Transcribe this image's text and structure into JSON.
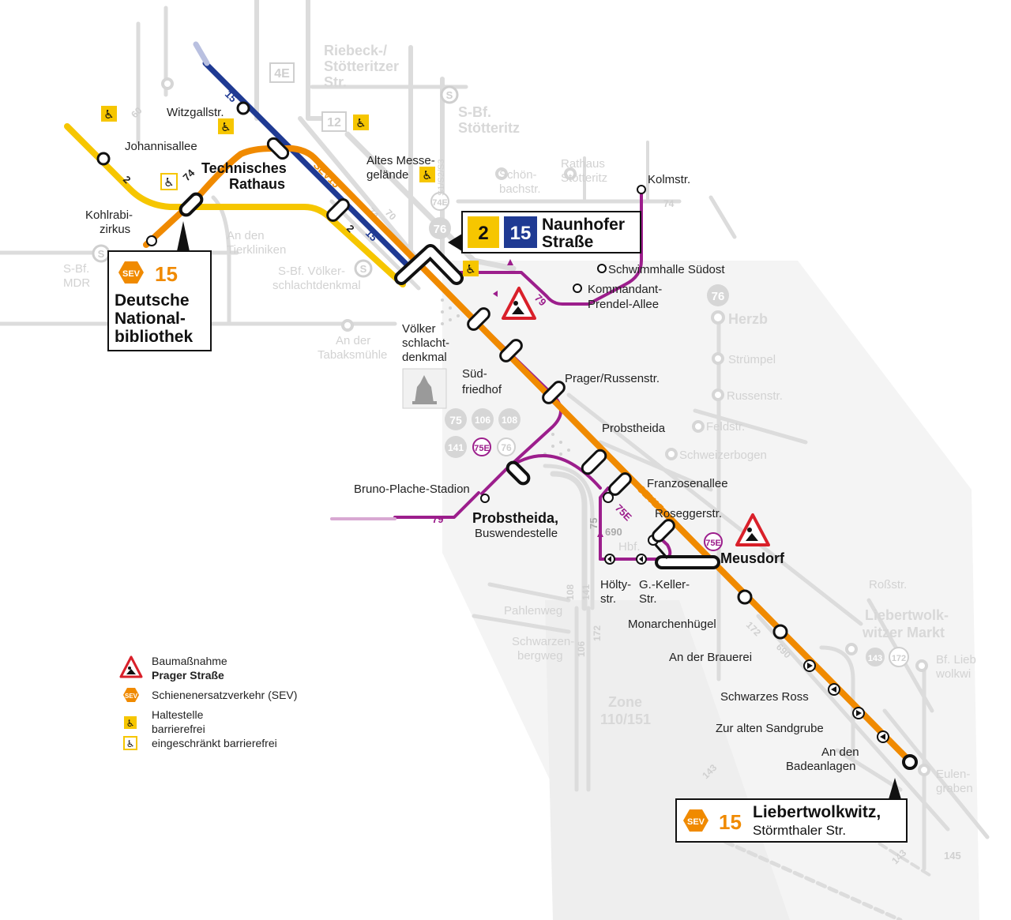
{
  "colors": {
    "orange": "#f08a00",
    "yellow": "#f6c600",
    "blue": "#1f3a93",
    "purple": "#9c1e8c",
    "grey_line": "#d9d9d9",
    "warning_red": "#d9202a"
  },
  "stations": {
    "witzgallstr": "Witzgallstr.",
    "johannisallee": "Johannisallee",
    "technisches_rathaus_1": "Technisches",
    "technisches_rathaus_2": "Rathaus",
    "altes_messe_1": "Altes Messe-",
    "altes_messe_2": "gelände",
    "kohlrabi_1": "Kohlrabi-",
    "kohlrabi_2": "zirkus",
    "kolmstr": "Kolmstr.",
    "schwimmhalle": "Schwimmhalle Südost",
    "kommandant_1": "Kommandant-",
    "kommandant_2": "Prendel-Allee",
    "voelker_1": "Völker",
    "voelker_2": "schlacht-",
    "voelker_3": "denkmal",
    "suedfriedhof_1": "Süd-",
    "suedfriedhof_2": "friedhof",
    "prager_russen": "Prager/Russenstr.",
    "probstheida": "Probstheida",
    "franzosenallee": "Franzosenallee",
    "bruno_plache": "Bruno-Plache-Stadion",
    "probstheida_bws_1": "Probstheida,",
    "probstheida_bws_2": "Buswendestelle",
    "roseggerstr": "Roseggerstr.",
    "meusdorf": "Meusdorf",
    "hoelty_1": "Hölty-",
    "hoelty_2": "str.",
    "gkeller_1": "G.-Keller-",
    "gkeller_2": "Str.",
    "monarchenhuegel": "Monarchenhügel",
    "an_der_brauerei": "An der Brauerei",
    "schwarzes_ross": "Schwarzes Ross",
    "zur_alten_sandgrube": "Zur alten Sandgrube",
    "badeanlagen_1": "An den",
    "badeanlagen_2": "Badeanlagen"
  },
  "background_labels": {
    "riebeck_1": "Riebeck-/",
    "riebeck_2": "Stötteritzer",
    "riebeck_3": "Str.",
    "s_bf_stoetteritz_1": "S-Bf.",
    "s_bf_stoetteritz_2": "Stötteritz",
    "rathaus_stoetteritz_1": "Rathaus",
    "rathaus_stoetteritz_2": "Stötteritz",
    "schoenbachstr_1": "Schön-",
    "schoenbachstr_2": "bachstr.",
    "an_den_tierkliniken_1": "An den",
    "an_den_tierkliniken_2": "Tierkliniken",
    "s_bf_voelker_1": "S-Bf. Völker-",
    "s_bf_voelker_2": "schlachtdenkmal",
    "an_der_tabaksmuehle_1": "An der",
    "an_der_tabaksmuehle_2": "Tabaksmühle",
    "s_bf_mdr_1": "S-Bf.",
    "s_bf_mdr_2": "MDR",
    "herzberg": "Herzb",
    "struempel": "Strümpel",
    "russenstr": "Russenstr.",
    "feldstr": "Feldstr.",
    "schweizerbogen": "Schweizerbogen",
    "pahlenweg": "Pahlenweg",
    "schwarzenbergweg_1": "Schwarzen-",
    "schwarzenbergweg_2": "bergweg",
    "zone_1": "Zone",
    "zone_2": "110/151",
    "rossstr": "Roßstr.",
    "liebertwolkwitzer_markt_1": "Liebertwolk-",
    "liebertwolkwitzer_markt_2": "witzer Markt",
    "bf_liebertwolkwitz_1": "Bf. Lieb",
    "bf_liebertwolkwitz_2": "wolkwi",
    "eulengraben_1": "Eulen-",
    "eulengraben_2": "graben",
    "hbf": "Hbf."
  },
  "line_badges": {
    "l15": "15",
    "l2": "2",
    "sev15": "SEV15",
    "l74": "74",
    "l70": "70",
    "l60": "60",
    "l79": "79",
    "l75e": "75E",
    "l75": "75",
    "l690": "690",
    "l108": "108",
    "l141": "141",
    "l106": "106",
    "l172": "172",
    "l143": "143",
    "l145": "145",
    "c74e": "74E",
    "c76": "76",
    "c75": "75",
    "c106": "106",
    "c108": "108",
    "c141": "141",
    "c75e": "75E",
    "c143": "143",
    "c172": "172",
    "b4e": "4E",
    "b12": "12",
    "s_lines": "S1/S2/S3"
  },
  "info_boxes": {
    "naunhofer": {
      "line_a": "2",
      "line_b": "15",
      "name_1": "Naunhofer",
      "name_2": "Straße"
    },
    "dnb": {
      "sev": "SEV",
      "line": "15",
      "name_1": "Deutsche",
      "name_2": "National-",
      "name_3": "bibliothek"
    },
    "liebertwolkwitz": {
      "sev": "SEV",
      "line": "15",
      "name_1": "Liebertwolkwitz,",
      "name_2": "Störmthaler Str."
    }
  },
  "legend": {
    "construction_1": "Baumaßnahme",
    "construction_2": "Prager Straße",
    "sev": "Schienenersatzverkehr (SEV)",
    "sev_icon": "SEV",
    "stop_1": "Haltestelle",
    "stop_2": "barrierefrei",
    "stop_limited": "eingeschränkt barrierefrei"
  },
  "icons": {
    "wheelchair": "♿",
    "construction": "construction-warning-icon",
    "monument": "monument-icon"
  }
}
